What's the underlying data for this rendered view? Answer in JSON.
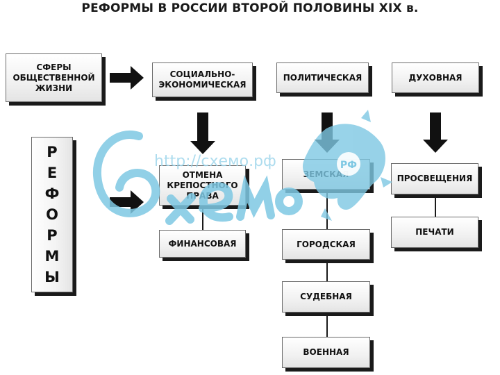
{
  "title": "РЕФОРМЫ В РОССИИ ВТОРОЙ ПОЛОВИНЫ XIX в.",
  "spheres_box": "СФЕРЫ\nОБЩЕСТВЕННОЙ\nЖИЗНИ",
  "reforms_vertical": [
    "Р",
    "Е",
    "Ф",
    "О",
    "Р",
    "М",
    "Ы"
  ],
  "spheres": {
    "socio_economic": "СОЦИАЛЬНО-\nЭКОНОМИЧЕСКАЯ",
    "political": "ПОЛИТИЧЕСКАЯ",
    "spiritual": "ДУХОВНАЯ"
  },
  "reforms": {
    "serfdom": "ОТМЕНА\nКРЕПОСТНОГО\nПРАВА",
    "financial": "ФИНАНСОВАЯ",
    "zemstvo": "ЗЕМСКАЯ",
    "city": "ГОРОДСКАЯ",
    "judicial": "СУДЕБНАЯ",
    "military": "ВОЕННАЯ",
    "education": "ПРОСВЕЩЕНИЯ",
    "press": "ПЕЧАТИ"
  },
  "watermark": {
    "url": "http://схемо.рф",
    "logo_text": "Схемо",
    "badge": "РФ",
    "color": "#7ec8e3"
  }
}
